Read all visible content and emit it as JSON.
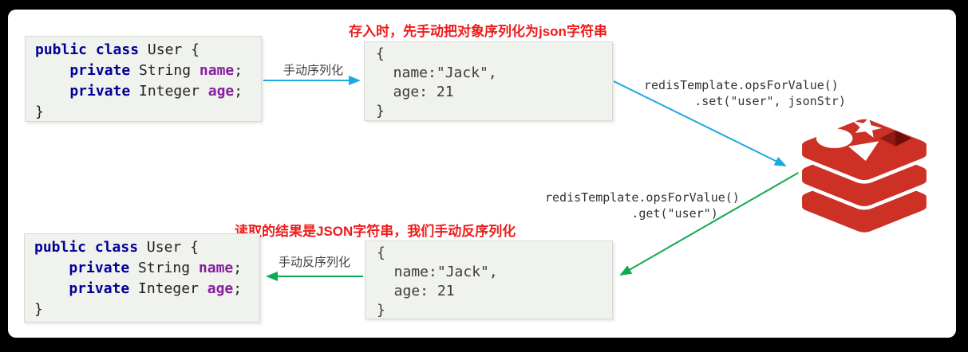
{
  "user_class": {
    "line1_kw": "public class ",
    "line1_rest": "User {",
    "line2_kw": "    private ",
    "line2_type": "String ",
    "line2_field": "name",
    "line2_end": ";",
    "line3_kw": "    private ",
    "line3_type": "Integer ",
    "line3_field": "age",
    "line3_end": ";",
    "line4": "}"
  },
  "json_value": {
    "lines": [
      "{",
      "  name:\"Jack\",",
      "  age: 21",
      "}"
    ]
  },
  "store_flow": {
    "caption": "存入时，先手动把对象序列化为json字符串",
    "serialize_label": "手动序列化",
    "redis_call": "redisTemplate.opsForValue()\n       .set(\"user\", jsonStr)"
  },
  "read_flow": {
    "caption": "读取的结果是JSON字符串，我们手动反序列化",
    "deserialize_label": "手动反序列化",
    "redis_call": "redisTemplate.opsForValue()\n            .get(\"user\")"
  },
  "icons": {
    "redis": "redis-database-logo"
  },
  "colors": {
    "arrow_blue": "#1fa6e4",
    "arrow_green": "#0fa94f",
    "caption_red": "#ee1b1b",
    "keyword_navy": "#000096",
    "field_purple": "#871f9e",
    "code_box_bg": "#f0f2ee",
    "redis_red": "#cd3126",
    "redis_hole_dark": "#6d0f08",
    "frame_black": "#000000"
  }
}
